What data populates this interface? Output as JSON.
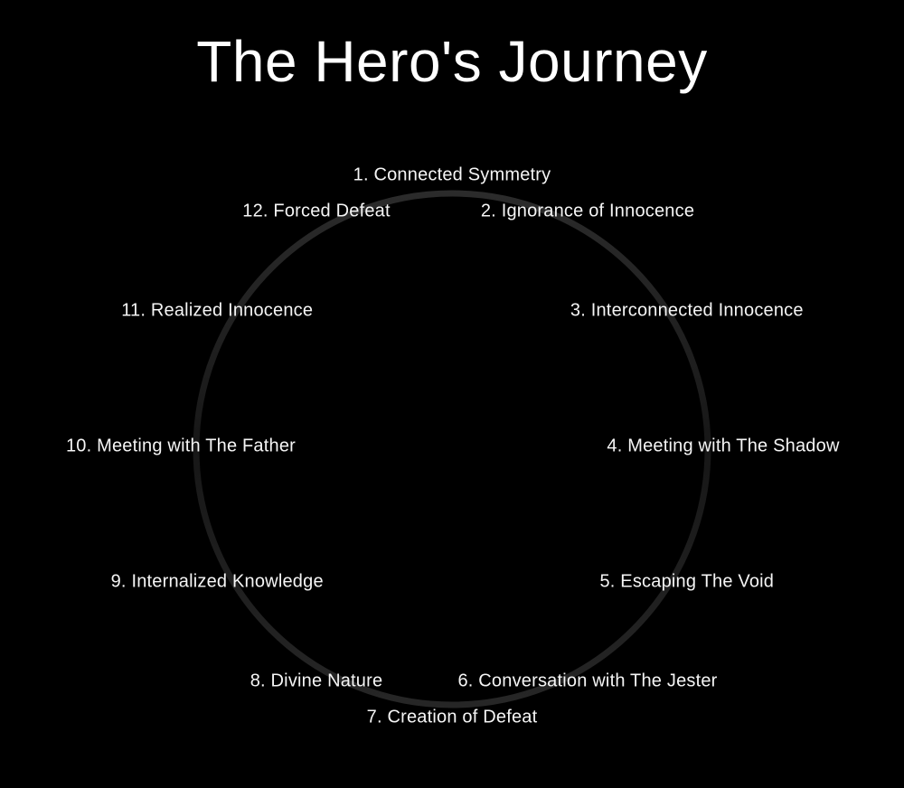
{
  "title": "The Hero's Journey",
  "colors": {
    "background": "#000000",
    "title_text": "#ffffff",
    "label_text": "#f5f5f5",
    "circle_top": "#2b2b2b",
    "circle_middle": "#171717",
    "circle_bottom": "#262626"
  },
  "stages": [
    {
      "label": "1. Connected Symmetry"
    },
    {
      "label": "2. Ignorance of Innocence"
    },
    {
      "label": "3. Interconnected Innocence"
    },
    {
      "label": "4. Meeting with The Shadow"
    },
    {
      "label": "5. Escaping The Void"
    },
    {
      "label": "6. Conversation with The Jester"
    },
    {
      "label": "7. Creation of Defeat"
    },
    {
      "label": "8. Divine Nature"
    },
    {
      "label": "9. Internalized Knowledge"
    },
    {
      "label": "10. Meeting with The Father"
    },
    {
      "label": "11. Realized Innocence"
    },
    {
      "label": "12. Forced Defeat"
    }
  ]
}
